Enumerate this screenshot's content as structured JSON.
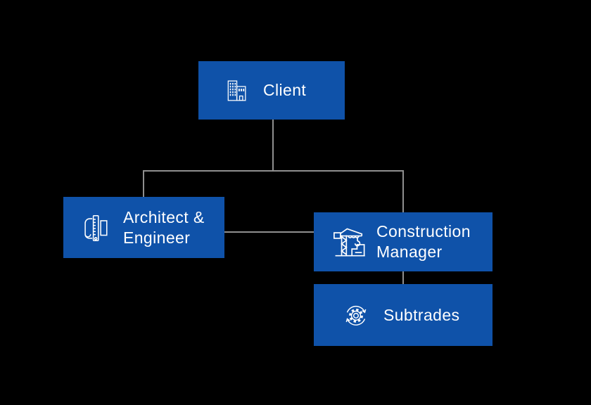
{
  "diagram": {
    "type": "org-chart",
    "colors": {
      "background": "#000000",
      "node_fill": "#0F52A9",
      "node_text": "#FFFFFF",
      "connector": "#8F8F8F"
    },
    "nodes": [
      {
        "id": "client",
        "label": "Client",
        "lines": [
          "Client"
        ],
        "icon": "building-icon"
      },
      {
        "id": "architect-engineer",
        "label": "Architect & Engineer",
        "lines": [
          "Architect &",
          "Engineer"
        ],
        "icon": "blueprint-ruler-icon"
      },
      {
        "id": "construction-manager",
        "label": "Construction Manager",
        "lines": [
          "Construction",
          "Manager"
        ],
        "icon": "tower-crane-icon"
      },
      {
        "id": "subtrades",
        "label": "Subtrades",
        "lines": [
          "Subtrades"
        ],
        "icon": "gear-cycle-icon"
      }
    ],
    "edges": [
      {
        "from": "Client",
        "to": "Architect & Engineer"
      },
      {
        "from": "Client",
        "to": "Construction Manager"
      },
      {
        "from": "Architect & Engineer",
        "to": "Construction Manager"
      },
      {
        "from": "Construction Manager",
        "to": "Subtrades"
      }
    ]
  }
}
